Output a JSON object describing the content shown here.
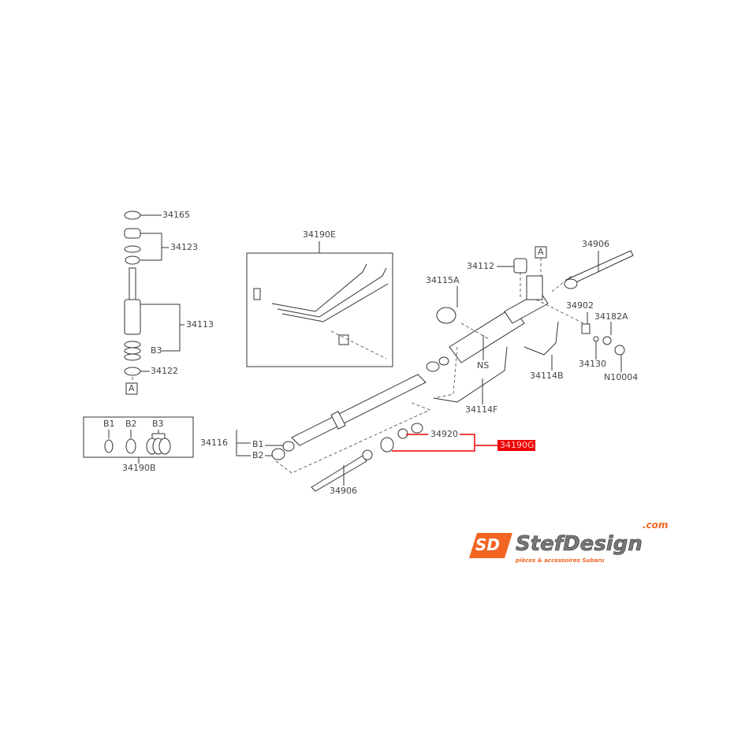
{
  "diagram": {
    "pinion": {
      "p34165": "34165",
      "p34123": "34123",
      "p34113": "34113",
      "b3": "B3",
      "p34122": "34122",
      "ref_a": "A"
    },
    "hose_kit": {
      "title": "34190E"
    },
    "rack": {
      "p34112": "34112",
      "ref_a": "A",
      "p34906_top": "34906",
      "p34115a": "34115A",
      "p34902": "34902",
      "p34182a": "34182A",
      "ns": "NS",
      "p34114b": "34114B",
      "p34130": "34130",
      "n10004": "N10004",
      "p34114f": "34114F",
      "p34920": "34920",
      "p34190g": "34190G",
      "p34116": "34116",
      "b1": "B1",
      "b2": "B2",
      "p34906_bottom": "34906"
    },
    "seal_kit": {
      "b1": "B1",
      "b2": "B2",
      "b3": "B3",
      "title": "34190B"
    },
    "highlight_color": "#ff0000"
  },
  "logo": {
    "brand": "StefDesign",
    "monogram": "SD",
    "domain": ".com",
    "tagline": "pièces & accessoires Subaru",
    "color": "#f26522"
  }
}
